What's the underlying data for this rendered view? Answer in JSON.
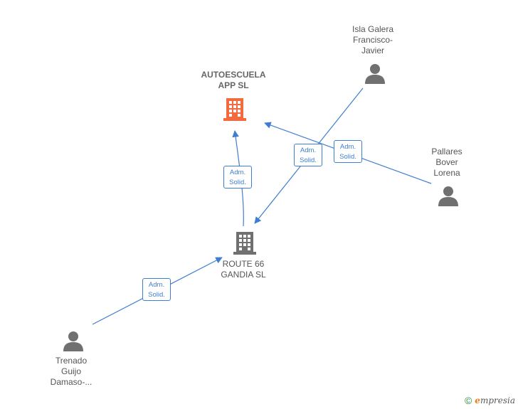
{
  "colors": {
    "edge": "#3f7ecf",
    "company_main": "#f26a3d",
    "company": "#707070",
    "person": "#707070"
  },
  "nodes": {
    "autoescuela": {
      "line1": "AUTOESCUELA",
      "line2": "APP  SL",
      "icon": "building-icon"
    },
    "route66": {
      "line1": "ROUTE 66",
      "line2": "GANDIA  SL",
      "icon": "building-icon"
    },
    "isla": {
      "line1": "Isla Galera",
      "line2": "Francisco-",
      "line3": "Javier",
      "icon": "person-icon"
    },
    "pallares": {
      "line1": "Pallares",
      "line2": "Bover",
      "line3": "Lorena",
      "icon": "person-icon"
    },
    "trenado": {
      "line1": "Trenado",
      "line2": "Guijo",
      "line3": "Damaso-...",
      "icon": "person-icon"
    }
  },
  "edges": {
    "route_to_auto": {
      "line1": "Adm.",
      "line2": "Solid."
    },
    "isla_to_route": {
      "line1": "Adm.",
      "line2": "Solid."
    },
    "pallares_to_auto": {
      "line1": "Adm.",
      "line2": "Solid."
    },
    "trenado_to_route": {
      "line1": "Adm.",
      "line2": "Solid."
    }
  },
  "footer": {
    "copyright": "©",
    "brand_initial": "e",
    "brand_rest": "mpresia"
  }
}
